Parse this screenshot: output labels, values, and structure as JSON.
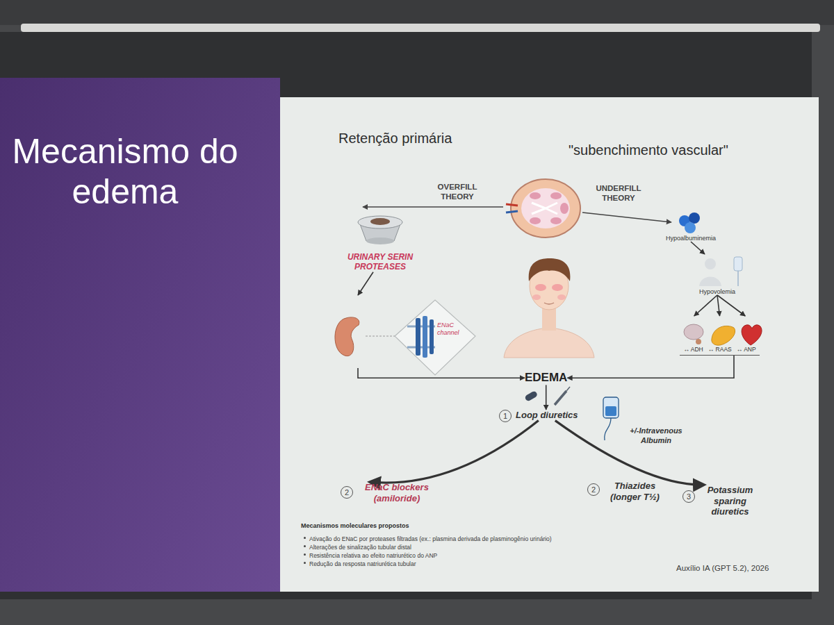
{
  "diagram": {
    "title": "Mecanismo do edema",
    "nodes": [
      {
        "text": [
          "URINARY SERIN PROTEASES"
        ]
      },
      {
        "text": [
          "Hypoalbuminemia"
        ]
      },
      {
        "text": [
          "Hypovolemia"
        ]
      },
      {
        "text": [
          "ENaC channel"
        ]
      },
      {
        "text": [
          "↔ ADH",
          "↔ RAAS",
          "↔ ANP"
        ]
      },
      {
        "text": [
          "EDEMA"
        ]
      },
      {
        "text": [
          "Loop diuretics"
        ]
      },
      {
        "text": [
          "ENaC blockers (amiloride)"
        ]
      },
      {
        "text": [
          "Thiazides (longer T½)"
        ]
      },
      {
        "text": [
          "Potassium sparing diuretics"
        ]
      }
    ],
    "edges": [
      {
        "from": 0,
        "to": 3,
        "arrow": "to"
      },
      {
        "from": 3,
        "to": 5,
        "arrow": "to"
      },
      {
        "from": 1,
        "to": 2,
        "arrow": "to"
      },
      {
        "from": 2,
        "to": 4,
        "arrow": "to"
      },
      {
        "from": 4,
        "to": 5,
        "arrow": "to"
      },
      {
        "from": 5,
        "to": 6,
        "arrow": "to"
      },
      {
        "from": 6,
        "to": 7,
        "arrow": "to"
      },
      {
        "from": 6,
        "to": 9,
        "arrow": "to"
      }
    ],
    "labels": [
      "Retenção primária",
      "\"subenchimento vascular\"",
      "OVERFILL THEORY",
      "UNDERFILL THEORY",
      "1",
      "+/-Intravenous Albumin",
      "2",
      "2",
      "3",
      "Mecanismos moleculares propostos",
      "Ativação do ENaC por proteases filtradas (ex.: plasmina derivada de plasminogênio urinário)",
      "Alterações de sinalização tubular distal",
      "Resistência relativa ao efeito natriurético do ANP",
      "Redução da resposta natriurética tubular",
      "Auxílio IA (GPT 5.2), 2026"
    ]
  }
}
